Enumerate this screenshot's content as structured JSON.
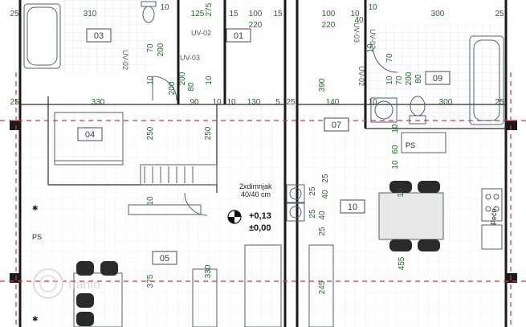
{
  "rooms": [
    {
      "id": "r03",
      "label": "03"
    },
    {
      "id": "r01",
      "label": "01"
    },
    {
      "id": "r04",
      "label": "04"
    },
    {
      "id": "r07",
      "label": "07"
    },
    {
      "id": "r09",
      "label": "09"
    },
    {
      "id": "r10",
      "label": "10"
    },
    {
      "id": "r05",
      "label": "05"
    }
  ],
  "dims_h": [
    "310",
    "10",
    "125",
    "15",
    "100",
    "15",
    "100",
    "10",
    "40",
    "10",
    "300",
    "220",
    "220",
    "330",
    "90",
    "10",
    "10",
    "130",
    "5",
    "25",
    "140",
    "10",
    "300",
    "25",
    "25",
    "25",
    "25"
  ],
  "dims_v": [
    "275",
    "70",
    "200",
    "200",
    "10",
    "10",
    "200",
    "80",
    "10",
    "390",
    "70",
    "70",
    "200",
    "80",
    "10",
    "250",
    "250",
    "10",
    "10",
    "60",
    "10",
    "25",
    "40",
    "25",
    "25",
    "40",
    "25",
    "375",
    "330",
    "245",
    "455",
    "10"
  ],
  "uv_labels": [
    "UV-02",
    "UV-03",
    "UV-02",
    "UV-03",
    "UV-02",
    "UV-02"
  ],
  "notes": {
    "chimney_line1": "2xdimnjak",
    "chimney_line2": "40/40 cm",
    "level_top": "+0,13",
    "level_bottom": "±0,00",
    "ps_left": "PS",
    "ps_right": "PS",
    "pecn": "Pećn."
  },
  "watermark": "tranio",
  "colors": {
    "dimension_text": "#1f6b1f",
    "wall": "#1a1a1a",
    "dash_line": "#d23a3a",
    "room_label": "#2a3f66"
  }
}
